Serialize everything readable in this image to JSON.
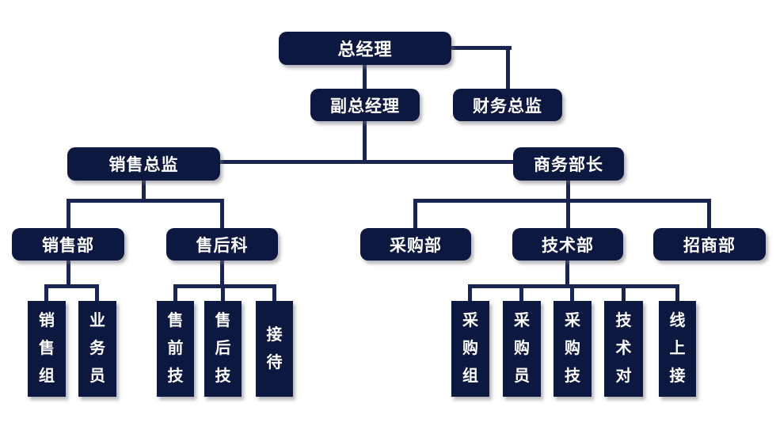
{
  "meta": {
    "background_color": "#ffffff",
    "box_color": "#0c1840",
    "line_color": "#1a2450",
    "text_color": "#ffffff"
  },
  "org_tree": {
    "label": "总经理",
    "children": [
      {
        "label": "副总经理",
        "children": [
          {
            "label": "销售总监",
            "children": [
              {
                "label": "销售部",
                "children": [
                  {
                    "label": "销售组"
                  },
                  {
                    "label": "业务员"
                  }
                ]
              },
              {
                "label": "售后科",
                "children": [
                  {
                    "label": "售前技"
                  },
                  {
                    "label": "售后技"
                  },
                  {
                    "label": "接待"
                  }
                ]
              }
            ]
          },
          {
            "label": "商务部长",
            "children": [
              {
                "label": "采购部"
              },
              {
                "label": "技术部",
                "children": [
                  {
                    "label": "采购组"
                  },
                  {
                    "label": "采购员"
                  },
                  {
                    "label": "采购技"
                  },
                  {
                    "label": "技术对"
                  },
                  {
                    "label": "线上接"
                  }
                ]
              },
              {
                "label": "招商部"
              }
            ]
          }
        ]
      },
      {
        "label": "财务总监"
      }
    ]
  }
}
